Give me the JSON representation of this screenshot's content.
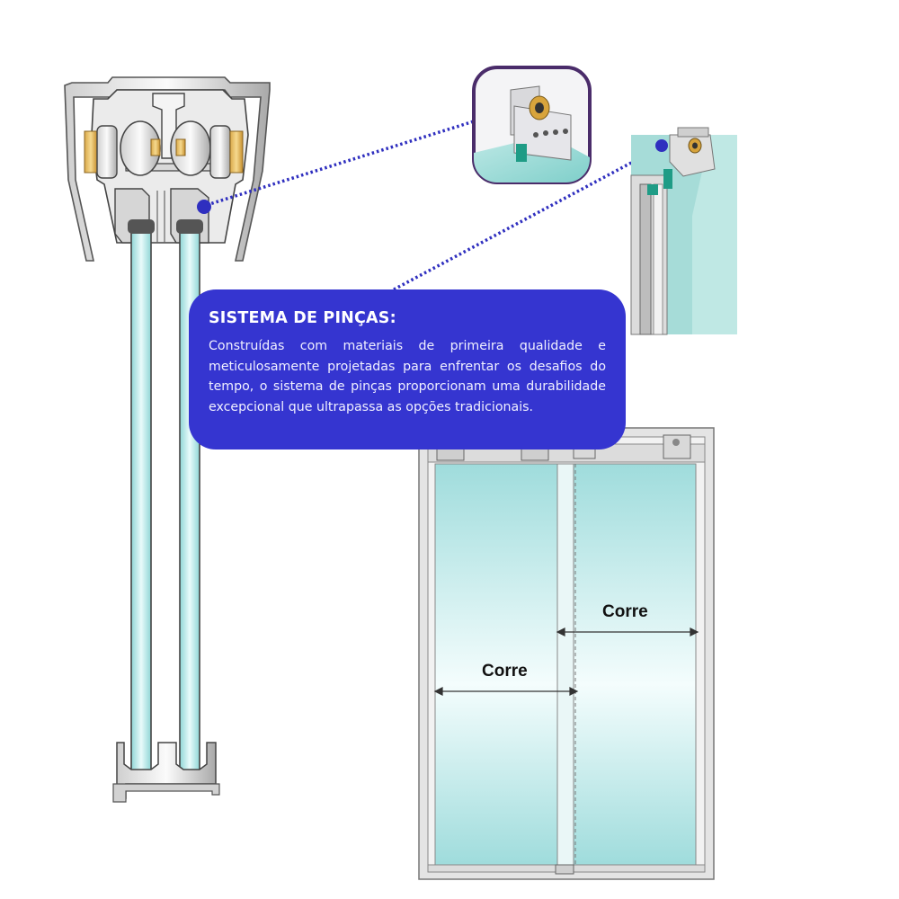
{
  "callout": {
    "title": "SISTEMA DE PINÇAS:",
    "body": "Construídas com materiais de primeira qualidade e meticulosamente projetadas para enfrentar os desafios do tempo, o sistema de pinças proporcionam uma durabilidade excepcional que ultrapassa as opções tradicionais."
  },
  "door_labels": {
    "right": "Corre",
    "left": "Corre"
  },
  "colors": {
    "callout_bg": "#3535d0",
    "dotted_line": "#2f2fbf",
    "glass": "#a8e0e0",
    "frame": "#c8c8c8",
    "thumb_border": "#4a2c6a"
  }
}
